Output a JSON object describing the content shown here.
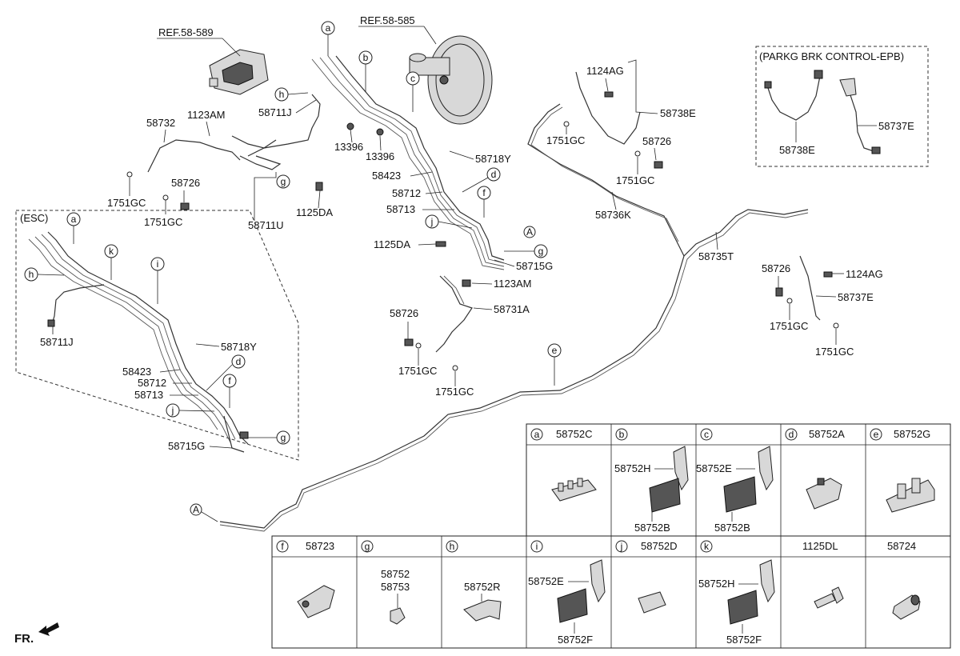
{
  "ref_labels": [
    "REF.58-589",
    "REF.58-585"
  ],
  "esc_label": "(ESC)",
  "epb_label": "(PARKG BRK CONTROL-EPB)",
  "front_label": "FR.",
  "callouts": {
    "main": [
      {
        "part": "58711J"
      },
      {
        "part": "58732"
      },
      {
        "part": "1123AM"
      },
      {
        "part": "1751GC"
      },
      {
        "part": "58726"
      },
      {
        "part": "1751GC"
      },
      {
        "part": "58711U"
      },
      {
        "part": "1125DA"
      },
      {
        "part": "13396"
      },
      {
        "part": "13396"
      },
      {
        "part": "58718Y"
      },
      {
        "part": "58423"
      },
      {
        "part": "58712"
      },
      {
        "part": "58713"
      },
      {
        "part": "1125DA"
      },
      {
        "part": "58715G"
      },
      {
        "part": "1123AM"
      },
      {
        "part": "58731A"
      },
      {
        "part": "58726"
      },
      {
        "part": "1751GC"
      },
      {
        "part": "1751GC"
      },
      {
        "part": "1124AG"
      },
      {
        "part": "58738E"
      },
      {
        "part": "1751GC"
      },
      {
        "part": "58726"
      },
      {
        "part": "1751GC"
      },
      {
        "part": "58736K"
      },
      {
        "part": "58735T"
      },
      {
        "part": "58726"
      },
      {
        "part": "1124AG"
      },
      {
        "part": "58737E"
      },
      {
        "part": "1751GC"
      },
      {
        "part": "1751GC"
      }
    ],
    "esc": [
      {
        "part": "58711J"
      },
      {
        "part": "58718Y"
      },
      {
        "part": "58423"
      },
      {
        "part": "58712"
      },
      {
        "part": "58713"
      },
      {
        "part": "58715G"
      }
    ],
    "epb": [
      {
        "part": "58738E"
      },
      {
        "part": "58737E"
      }
    ]
  },
  "markers": {
    "main": [
      "a",
      "b",
      "c",
      "h",
      "g",
      "d",
      "f",
      "j",
      "A",
      "g",
      "e",
      "A"
    ],
    "esc": [
      "a",
      "k",
      "h",
      "i",
      "d",
      "f",
      "j",
      "g"
    ]
  },
  "clip_table": {
    "row1": [
      {
        "letter": "a",
        "part": "58752C",
        "subparts": []
      },
      {
        "letter": "b",
        "part": "",
        "subparts": [
          "58752H",
          "58752B"
        ]
      },
      {
        "letter": "c",
        "part": "",
        "subparts": [
          "58752E",
          "58752B"
        ]
      },
      {
        "letter": "d",
        "part": "58752A",
        "subparts": []
      },
      {
        "letter": "e",
        "part": "58752G",
        "subparts": []
      }
    ],
    "row2": [
      {
        "letter": "f",
        "part": "58723",
        "subparts": []
      },
      {
        "letter": "g",
        "part": "",
        "subparts": [
          "58752",
          "58753"
        ]
      },
      {
        "letter": "h",
        "part": "",
        "subparts": [
          "58752R"
        ]
      },
      {
        "letter": "i",
        "part": "",
        "subparts": [
          "58752E",
          "58752F"
        ]
      },
      {
        "letter": "j",
        "part": "58752D",
        "subparts": []
      },
      {
        "letter": "k",
        "part": "",
        "subparts": [
          "58752H",
          "58752F"
        ]
      },
      {
        "letter": "",
        "part": "1125DL",
        "subparts": []
      },
      {
        "letter": "",
        "part": "58724",
        "subparts": []
      }
    ]
  },
  "colors": {
    "line": "#222222",
    "background": "#ffffff",
    "part_fill": "#d8d8d8"
  }
}
